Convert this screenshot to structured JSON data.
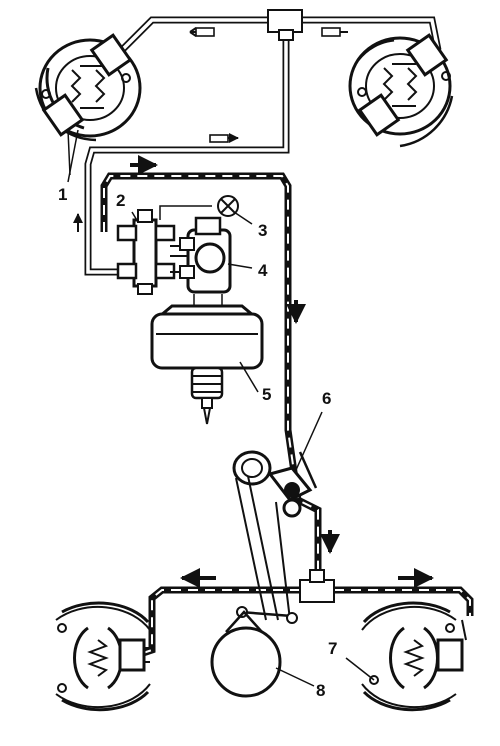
{
  "callouts": {
    "c1": "1",
    "c2": "2",
    "c3": "3",
    "c4": "4",
    "c5": "5",
    "c6": "6",
    "c7": "7",
    "c8": "8"
  },
  "icons": {
    "flow_arrow": "arrow-icon",
    "spring": "spring-icon",
    "warning_lamp": "lamp-icon"
  },
  "colors": {
    "line": "#111111",
    "background": "#ffffff"
  }
}
